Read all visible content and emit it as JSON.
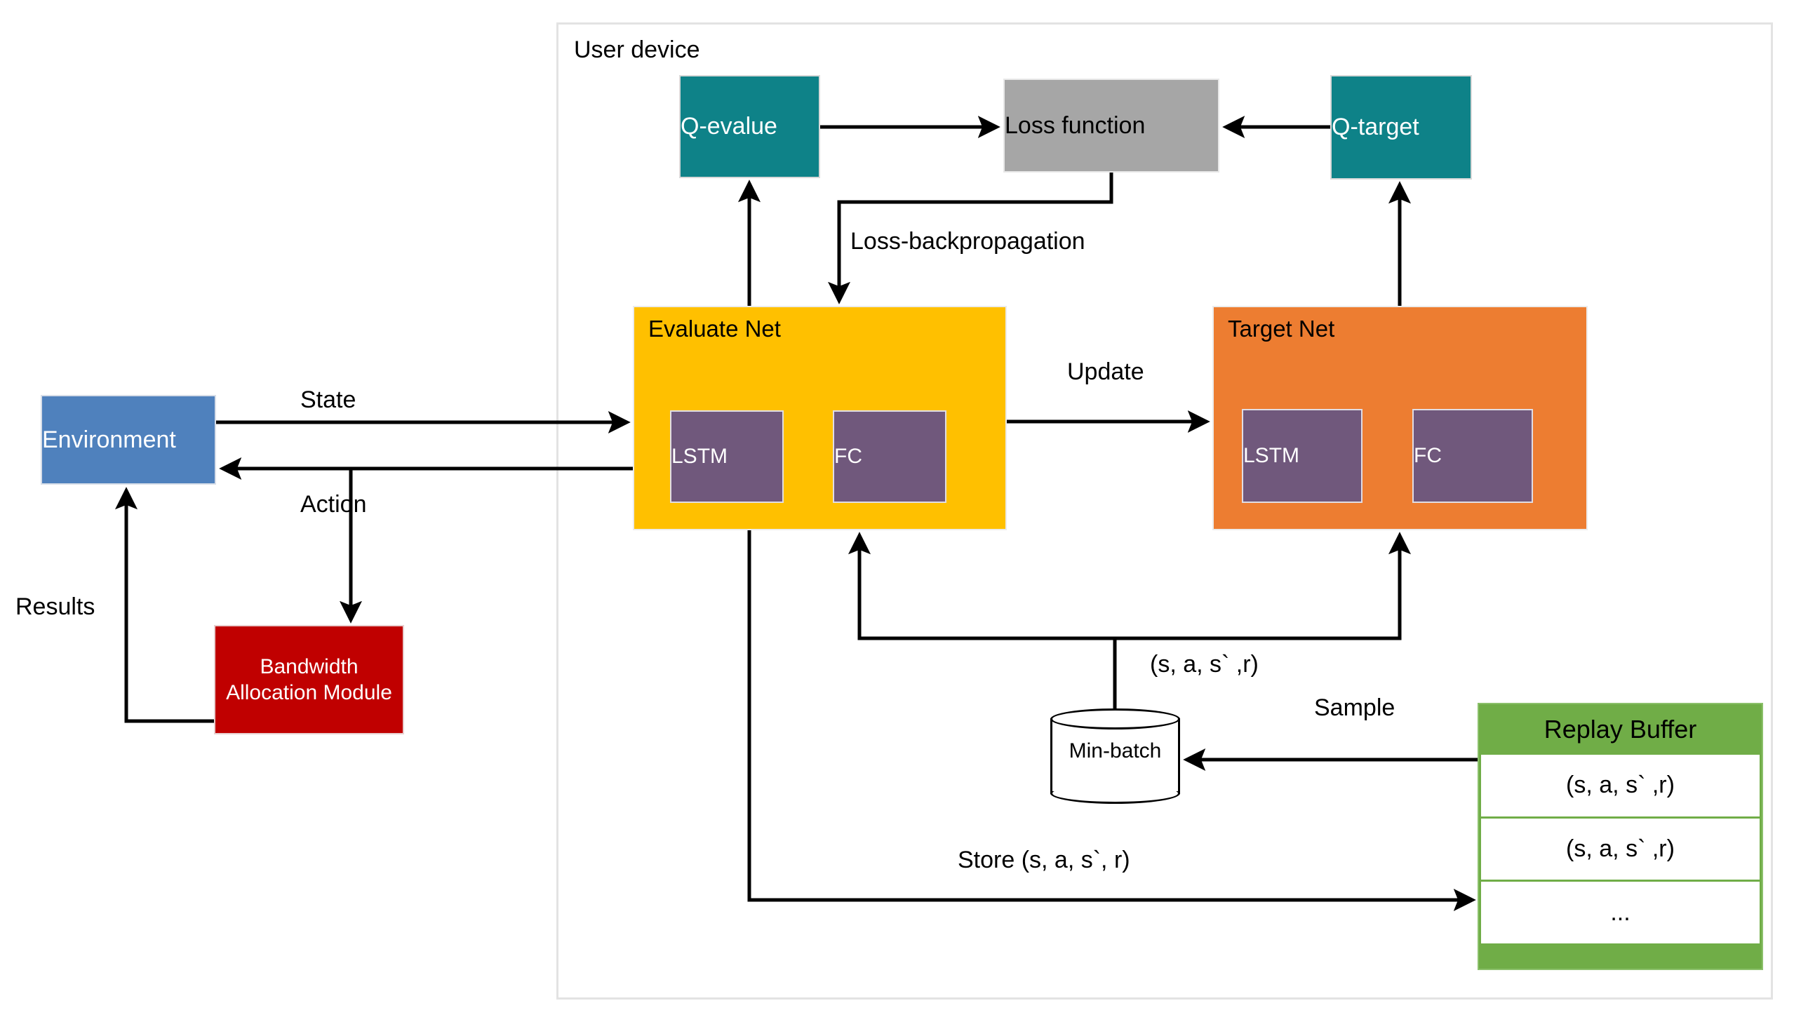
{
  "diagram": {
    "container_label": "User device",
    "nodes": {
      "q_evalue": "Q-evalue",
      "loss_function": "Loss function",
      "q_target": "Q-target",
      "evaluate_net": "Evaluate Net",
      "target_net": "Target Net",
      "lstm": "LSTM",
      "fc": "FC",
      "environment": "Environment",
      "bandwidth_module": "Bandwidth Allocation Module",
      "min_batch": "Min-batch"
    },
    "replay_buffer": {
      "title": "Replay Buffer",
      "rows": [
        "(s, a, s` ,r)",
        "(s, a, s` ,r)",
        "..."
      ]
    },
    "edge_labels": {
      "state": "State",
      "action": "Action",
      "results": "Results",
      "loss_backpropagation": "Loss-backpropagation",
      "update": "Update",
      "tuple": "(s, a, s` ,r)",
      "sample": "Sample",
      "store": "Store (s, a, s`, r)"
    },
    "colors": {
      "teal": "#0e8288",
      "gray": "#a6a6a6",
      "yellow": "#ffc000",
      "orange": "#ed7d31",
      "purple": "#70587c",
      "blue": "#4f81bd",
      "red": "#c00000",
      "green": "#70ad47",
      "frame": "#e3e3e3",
      "arrow": "#000000"
    }
  }
}
